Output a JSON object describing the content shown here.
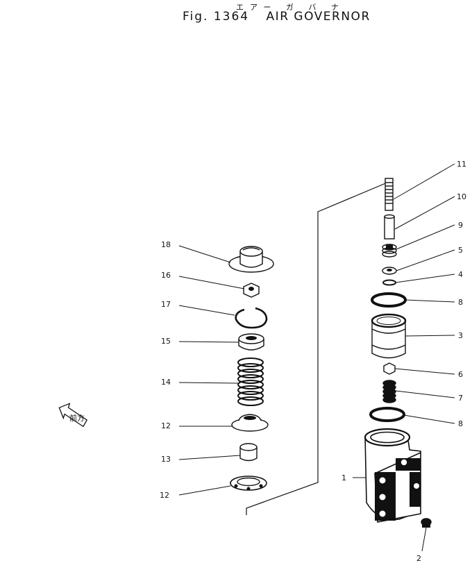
{
  "title": {
    "kana": "エアー ガ バ ナ",
    "figure": "Fig. 1364",
    "name": "AIR GOVERNOR"
  },
  "front_marker": {
    "label": "前方"
  },
  "callouts": [
    {
      "id": "c11",
      "label": "11"
    },
    {
      "id": "c10",
      "label": "10"
    },
    {
      "id": "c9",
      "label": "9"
    },
    {
      "id": "c5",
      "label": "5"
    },
    {
      "id": "c4",
      "label": "4"
    },
    {
      "id": "c8a",
      "label": "8"
    },
    {
      "id": "c3",
      "label": "3"
    },
    {
      "id": "c6",
      "label": "6"
    },
    {
      "id": "c7",
      "label": "7"
    },
    {
      "id": "c8b",
      "label": "8"
    },
    {
      "id": "c1",
      "label": "1"
    },
    {
      "id": "c2",
      "label": "2"
    },
    {
      "id": "c18",
      "label": "18"
    },
    {
      "id": "c16",
      "label": "16"
    },
    {
      "id": "c17",
      "label": "17"
    },
    {
      "id": "c15",
      "label": "15"
    },
    {
      "id": "c14",
      "label": "14"
    },
    {
      "id": "c12a",
      "label": "12"
    },
    {
      "id": "c13",
      "label": "13"
    },
    {
      "id": "c12b",
      "label": "12"
    }
  ]
}
